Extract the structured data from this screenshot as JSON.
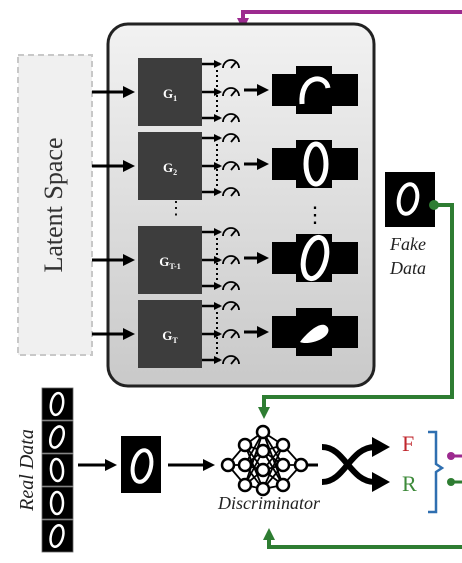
{
  "latent_space_label": "Latent Space",
  "generators": [
    {
      "base": "G",
      "sub": "1"
    },
    {
      "base": "G",
      "sub": "2"
    },
    {
      "base": "G",
      "sub": "T-1"
    },
    {
      "base": "G",
      "sub": "T"
    }
  ],
  "fake_data_label": [
    "Fake",
    "Data"
  ],
  "real_data_label": "Real Data",
  "discriminator_label": "Discriminator",
  "outputs": {
    "fake": "F",
    "real": "R"
  },
  "colors": {
    "purple": "#9c2a8f",
    "green": "#2e7d32",
    "fake_red": "#c0262c",
    "real_green": "#3d8a3a",
    "bracket_blue": "#2f6fb0",
    "generator_box": "#3d3d3d",
    "panel_fill": "#dcdcdc",
    "latent_border": "#c8c8c8"
  },
  "icons": [
    "gauge-icon",
    "neural-network-icon",
    "shuffle-icon",
    "digit-zero-image"
  ]
}
